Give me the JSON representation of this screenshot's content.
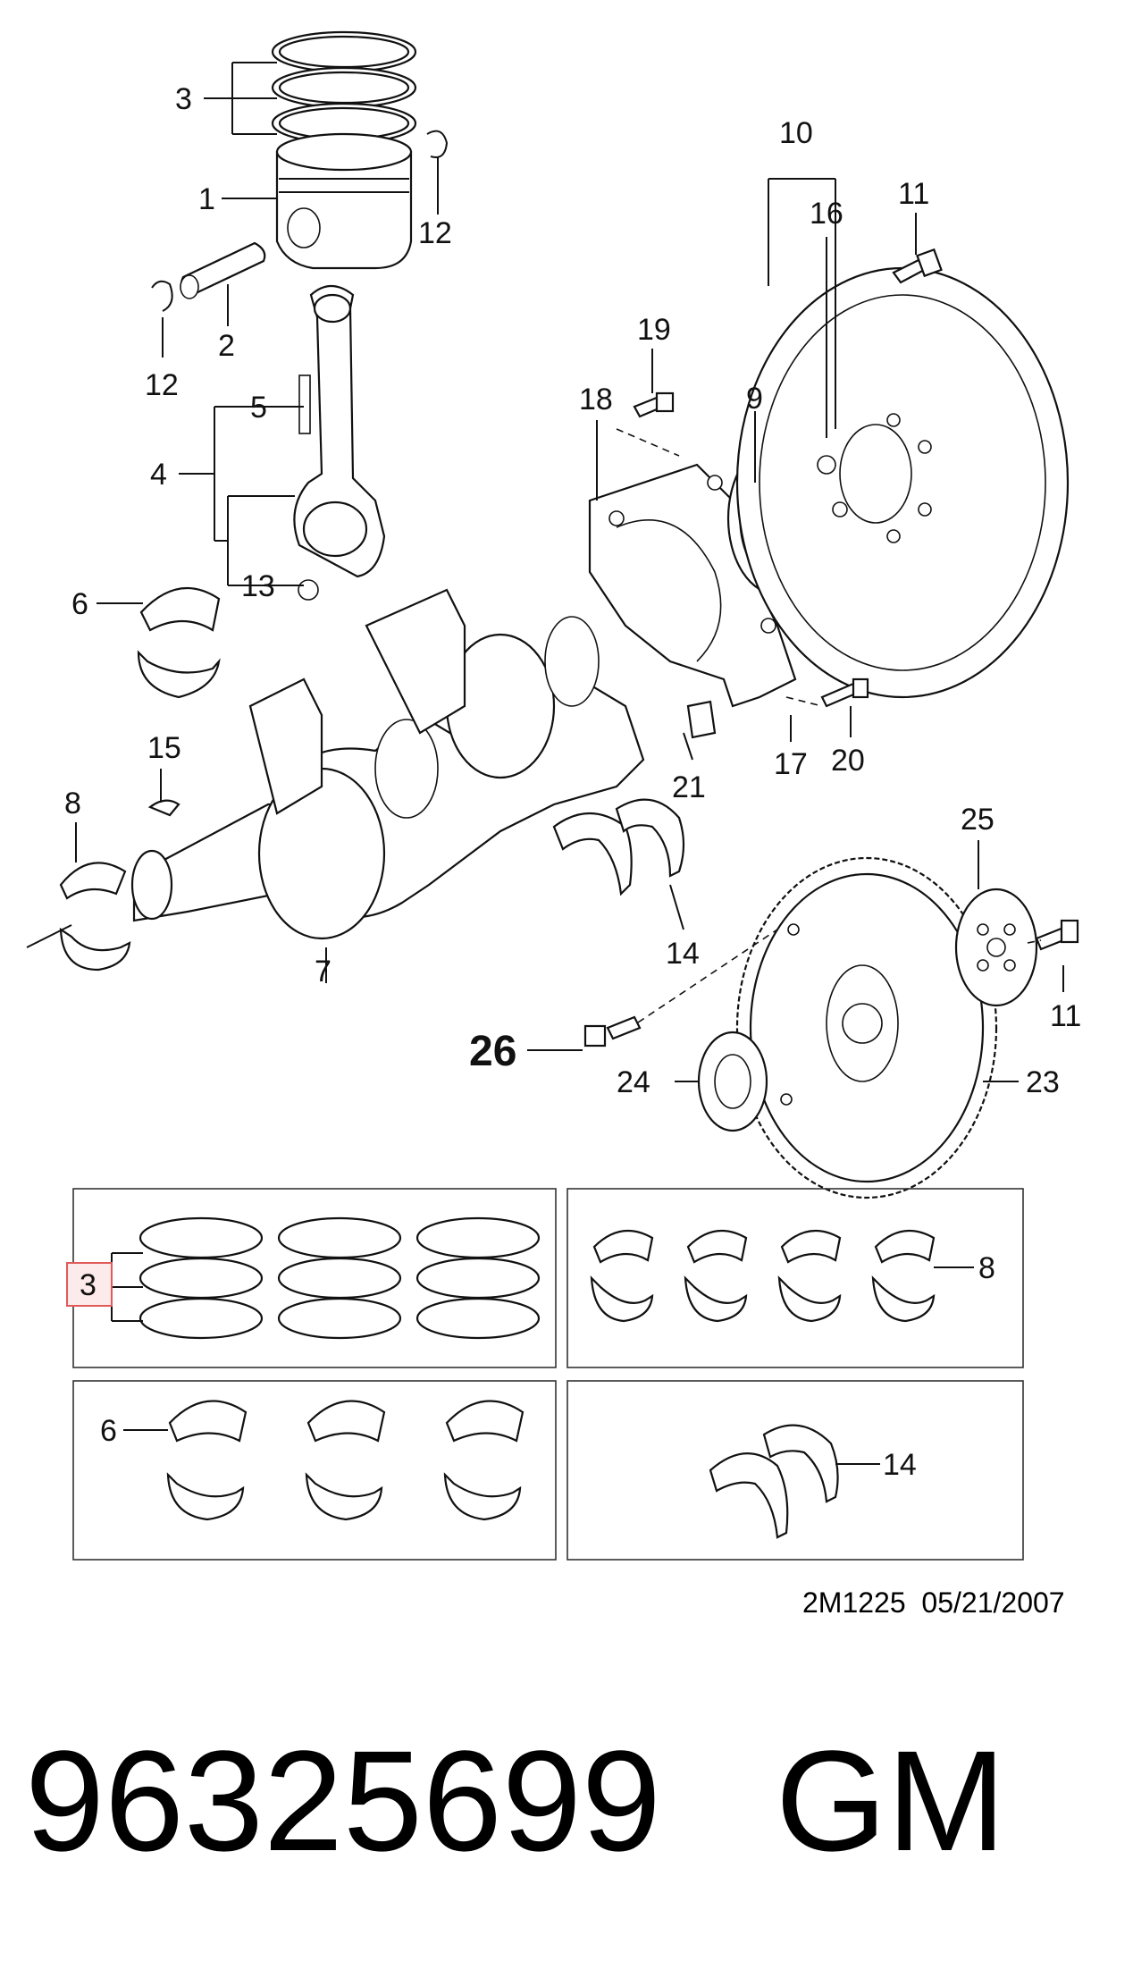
{
  "diagram": {
    "callouts": {
      "c1": "1",
      "c2": "2",
      "c3": "3",
      "c4": "4",
      "c5": "5",
      "c6": "6",
      "c7": "7",
      "c8": "8",
      "c9": "9",
      "c10": "10",
      "c11": "11",
      "c12": "12",
      "c13": "13",
      "c14": "14",
      "c15": "15",
      "c16": "16",
      "c17": "17",
      "c18": "18",
      "c19": "19",
      "c20": "20",
      "c21": "21",
      "c23": "23",
      "c24": "24",
      "c25": "25",
      "c26": "26"
    },
    "kits": {
      "rings_label": "3",
      "main_bearings_label": "8",
      "rod_bearings_label": "6",
      "thrust_label": "14"
    },
    "highlight_color": "#e05a5a"
  },
  "drawing_code": "2M1225  05/21/2007",
  "part_number": "96325699",
  "brand": "GM"
}
